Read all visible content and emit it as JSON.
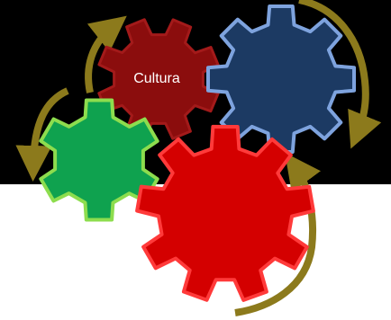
{
  "gears": [
    {
      "id": "red-small",
      "color": "#8b0d0d",
      "stroke": "#a31a1a",
      "label": "Cultura"
    },
    {
      "id": "blue",
      "color": "#1c3a63",
      "stroke": "#7ea3de",
      "label": ""
    },
    {
      "id": "green",
      "color": "#0fa24f",
      "stroke": "#8ddd4e",
      "label": ""
    },
    {
      "id": "red-large",
      "color": "#d40000",
      "stroke": "#ff3a3a",
      "label": ""
    }
  ],
  "background": {
    "top": "#000000",
    "bottom": "#ffffff"
  },
  "arrow_color": "#8c7a1c"
}
